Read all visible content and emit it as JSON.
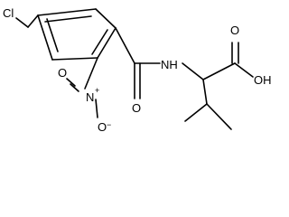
{
  "structure": {
    "atoms": {
      "chloro": "Cl",
      "amide_nitrogen": "NH",
      "amide_oxygen": "O",
      "acid_carbonyl_oxygen": "O",
      "acid_hydroxyl": "OH",
      "nitro_nitrogen": "N",
      "nitro_nitrogen_charge": "+",
      "nitro_oxygen_double": "O",
      "nitro_oxygen_single": "O",
      "nitro_oxygen_charge": "−"
    }
  }
}
